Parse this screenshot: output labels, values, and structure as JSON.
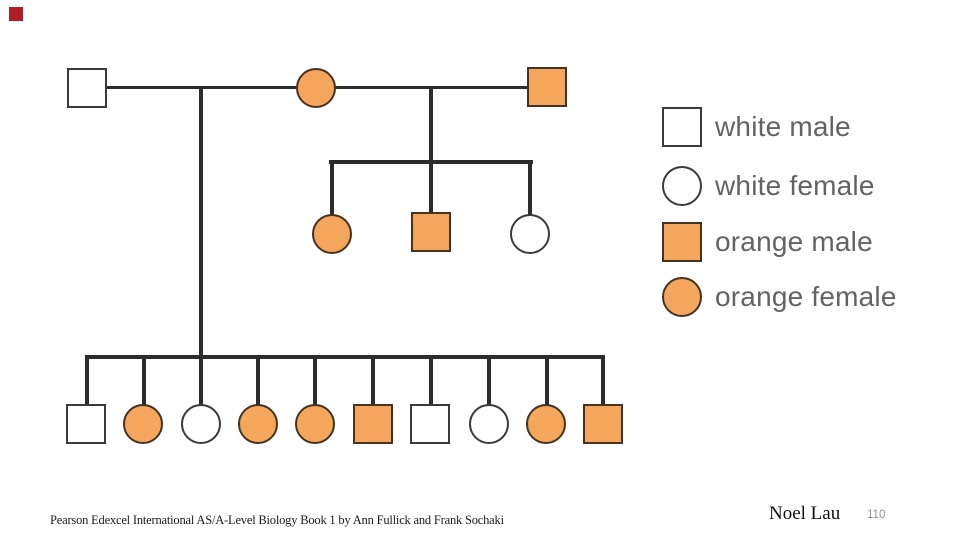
{
  "slide": {
    "credit": "Pearson Edexcel International AS/A-Level Biology Book 1 by Ann Fullick and Frank Sochaki",
    "author": "Noel Lau",
    "page_number": "110"
  },
  "colors": {
    "orange_fill": "#F4A75C",
    "line": "#2C2C2C",
    "legend_text": "#636363",
    "marker_red": "#AE1E24"
  },
  "legend": {
    "items": [
      {
        "icon": "white-square-icon",
        "shape": "square",
        "fill": "white",
        "label": "white male"
      },
      {
        "icon": "white-circle-icon",
        "shape": "circle",
        "fill": "white",
        "label": "white female"
      },
      {
        "icon": "orange-square-icon",
        "shape": "square",
        "fill": "orange",
        "label": "orange male"
      },
      {
        "icon": "orange-circle-icon",
        "shape": "circle",
        "fill": "orange",
        "label": "orange female"
      }
    ]
  },
  "pedigree": {
    "type": "pedigree-diagram",
    "generation1": [
      {
        "shape": "square",
        "fill": "white"
      },
      {
        "shape": "circle",
        "fill": "orange"
      },
      {
        "shape": "square",
        "fill": "orange"
      }
    ],
    "generation2_children": [
      {
        "shape": "circle",
        "fill": "orange"
      },
      {
        "shape": "square",
        "fill": "orange"
      },
      {
        "shape": "circle",
        "fill": "white"
      }
    ],
    "generation3_children": [
      {
        "shape": "square",
        "fill": "white"
      },
      {
        "shape": "circle",
        "fill": "orange"
      },
      {
        "shape": "circle",
        "fill": "white"
      },
      {
        "shape": "circle",
        "fill": "orange"
      },
      {
        "shape": "circle",
        "fill": "orange"
      },
      {
        "shape": "square",
        "fill": "orange"
      },
      {
        "shape": "square",
        "fill": "white"
      },
      {
        "shape": "circle",
        "fill": "white"
      },
      {
        "shape": "circle",
        "fill": "orange"
      },
      {
        "shape": "square",
        "fill": "orange"
      }
    ]
  }
}
